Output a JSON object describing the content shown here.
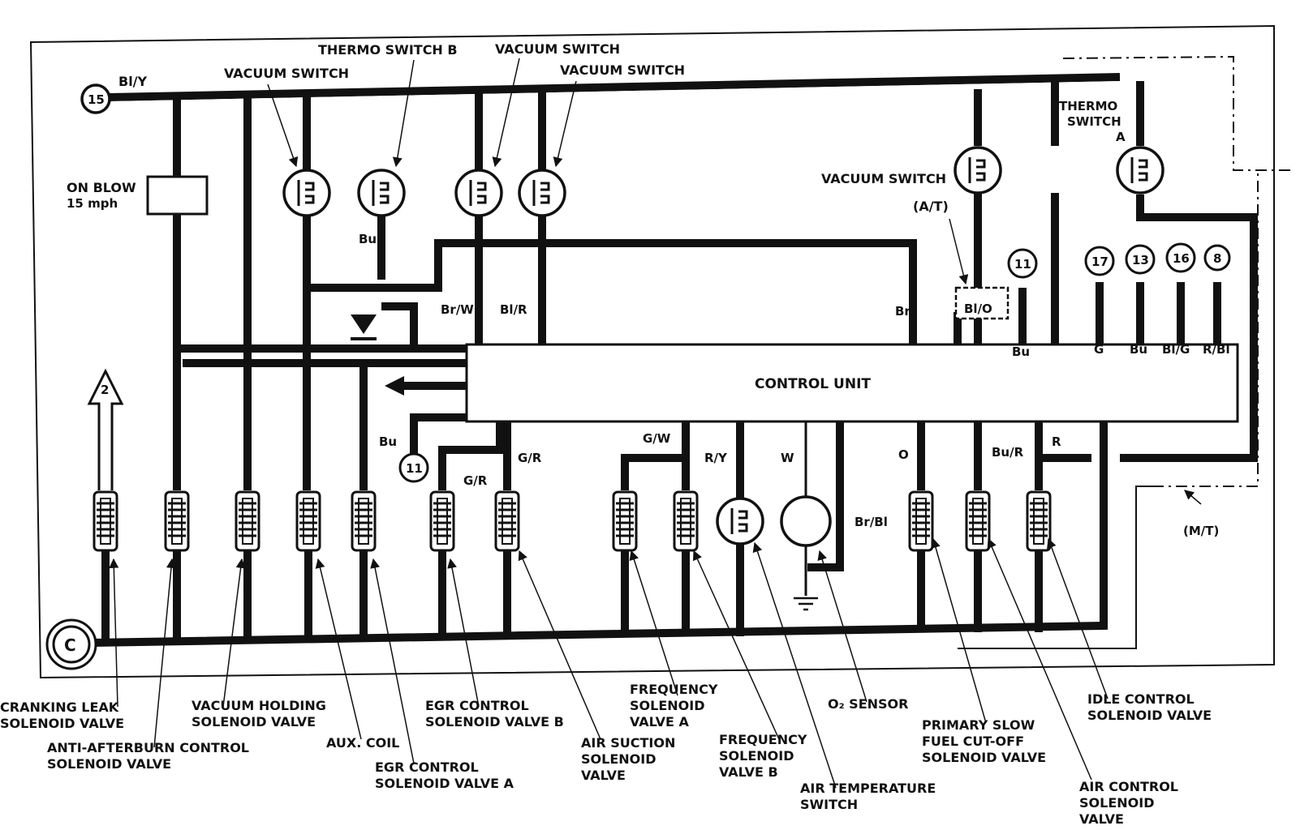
{
  "control_unit": {
    "label": "CONTROL UNIT"
  },
  "terminals": {
    "t15": "15",
    "t11a": "11",
    "t11b": "11",
    "t17": "17",
    "t13": "13",
    "t16": "16",
    "t8": "8",
    "t2": "2",
    "ground": "C"
  },
  "top_labels": {
    "bly": "Bl/Y",
    "vacuum_switch_1": "VACUUM SWITCH",
    "thermo_switch_b": "THERMO SWITCH B",
    "vacuum_switch_2": "VACUUM SWITCH",
    "vacuum_switch_3": "VACUUM SWITCH",
    "vacuum_switch_at": "VACUUM SWITCH",
    "at": "(A/T)",
    "thermo_a_1": "THERMO",
    "thermo_a_2": "SWITCH",
    "thermo_a_3": "A",
    "on_blow_1": "ON BLOW",
    "on_blow_2": "15 mph"
  },
  "wire_labels": {
    "bu1": "Bu",
    "brw": "Br/W",
    "blr": "Bl/R",
    "br": "Br",
    "blo": "Bl/O",
    "bu_cu": "Bu",
    "g": "G",
    "bu2": "Bu",
    "blg": "Bl/G",
    "rbl": "R/Bl",
    "bu_left": "Bu",
    "gr1": "G/R",
    "gr2": "G/R",
    "gw": "G/W",
    "ry": "R/Y",
    "w": "W",
    "brbl": "Br/Bl",
    "o": "O",
    "bur": "Bu/R",
    "r": "R",
    "mt": "(M/T)"
  },
  "components": {
    "cranking_1": "CRANKING LEAK",
    "cranking_2": "SOLENOID VALVE",
    "anti_1": "ANTI-AFTERBURN CONTROL",
    "anti_2": "SOLENOID VALVE",
    "vacuum_holding_1": "VACUUM HOLDING",
    "vacuum_holding_2": "SOLENOID VALVE",
    "aux_coil": "AUX. COIL",
    "egr_a_1": "EGR CONTROL",
    "egr_a_2": "SOLENOID VALVE A",
    "egr_b_1": "EGR CONTROL",
    "egr_b_2": "SOLENOID VALVE B",
    "air_suction_1": "AIR SUCTION",
    "air_suction_2": "SOLENOID",
    "air_suction_3": "VALVE",
    "freq_a_1": "FREQUENCY",
    "freq_a_2": "SOLENOID",
    "freq_a_3": "VALVE A",
    "freq_b_1": "FREQUENCY",
    "freq_b_2": "SOLENOID",
    "freq_b_3": "VALVE B",
    "air_temp_1": "AIR TEMPERATURE",
    "air_temp_2": "SWITCH",
    "o2_sensor": "O₂ SENSOR",
    "primary_1": "PRIMARY SLOW",
    "primary_2": "FUEL CUT-OFF",
    "primary_3": "SOLENOID VALVE",
    "idle_1": "IDLE CONTROL",
    "idle_2": "SOLENOID VALVE",
    "air_control_1": "AIR CONTROL",
    "air_control_2": "SOLENOID",
    "air_control_3": "VALVE"
  }
}
